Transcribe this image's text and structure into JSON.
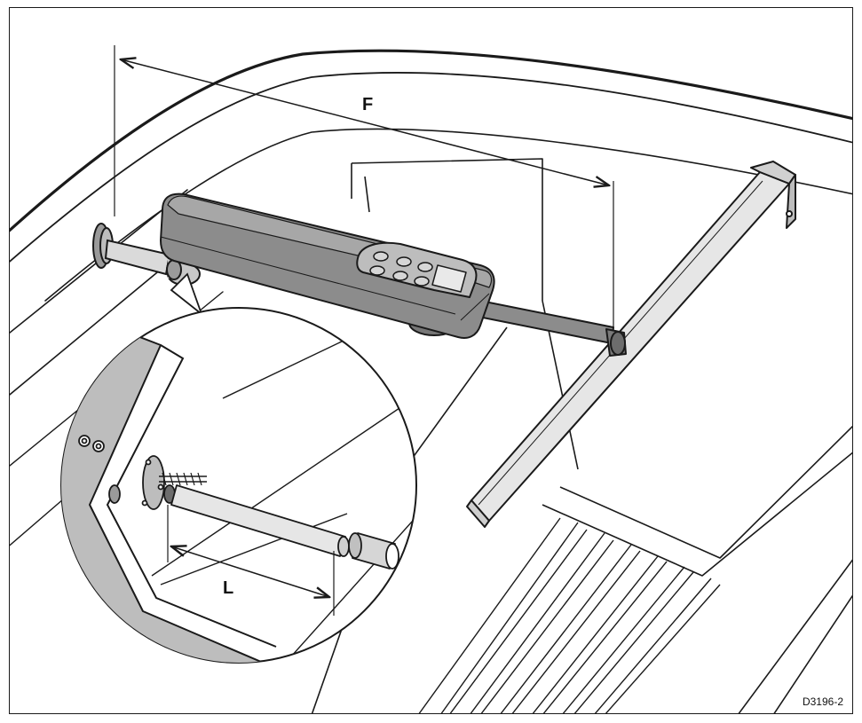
{
  "diagram": {
    "dimension_labels": {
      "F": "F",
      "L": "L"
    },
    "figure_code": "D3196-2",
    "colors": {
      "line": "#1a1a1a",
      "actuator_body": "#8c8c8c",
      "actuator_top": "#a7a7a7",
      "keypad": "#bdbdbd",
      "tiller": "#e6e6e6",
      "bulkhead": "#bdbdbd"
    }
  }
}
